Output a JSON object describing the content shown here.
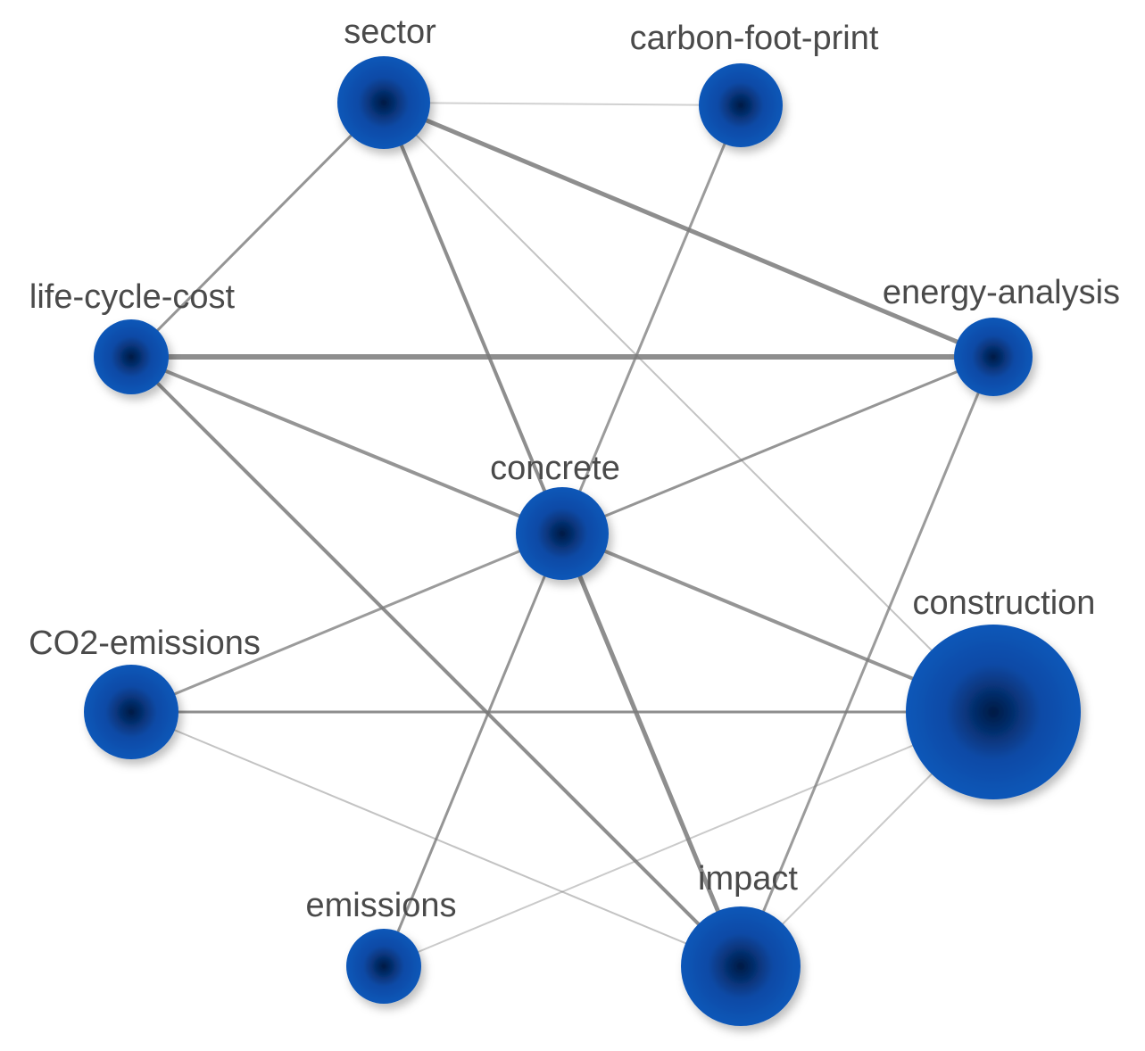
{
  "network": {
    "node_color": "#0a57b8",
    "node_core_color": "#031a44",
    "edge_color": "#7a7a7a",
    "label_color": "#4a4a4a",
    "background": "#ffffff",
    "nodes": [
      {
        "id": "sector",
        "label": "sector"
      },
      {
        "id": "carbon-foot-print",
        "label": "carbon-foot-print"
      },
      {
        "id": "life-cycle-cost",
        "label": "life-cycle-cost"
      },
      {
        "id": "energy-analysis",
        "label": "energy-analysis"
      },
      {
        "id": "concrete",
        "label": "concrete"
      },
      {
        "id": "construction",
        "label": "construction"
      },
      {
        "id": "CO2-emissions",
        "label": "CO2-emissions"
      },
      {
        "id": "emissions",
        "label": "emissions"
      },
      {
        "id": "impact",
        "label": "impact"
      }
    ],
    "edges": [
      {
        "source": "sector",
        "target": "carbon-foot-print"
      },
      {
        "source": "sector",
        "target": "energy-analysis"
      },
      {
        "source": "sector",
        "target": "life-cycle-cost"
      },
      {
        "source": "sector",
        "target": "concrete"
      },
      {
        "source": "sector",
        "target": "construction"
      },
      {
        "source": "carbon-foot-print",
        "target": "concrete"
      },
      {
        "source": "life-cycle-cost",
        "target": "energy-analysis"
      },
      {
        "source": "life-cycle-cost",
        "target": "concrete"
      },
      {
        "source": "life-cycle-cost",
        "target": "impact"
      },
      {
        "source": "energy-analysis",
        "target": "concrete"
      },
      {
        "source": "energy-analysis",
        "target": "impact"
      },
      {
        "source": "concrete",
        "target": "CO2-emissions"
      },
      {
        "source": "concrete",
        "target": "construction"
      },
      {
        "source": "concrete",
        "target": "emissions"
      },
      {
        "source": "concrete",
        "target": "impact"
      },
      {
        "source": "CO2-emissions",
        "target": "construction"
      },
      {
        "source": "CO2-emissions",
        "target": "impact"
      },
      {
        "source": "construction",
        "target": "emissions"
      },
      {
        "source": "construction",
        "target": "impact"
      }
    ]
  }
}
